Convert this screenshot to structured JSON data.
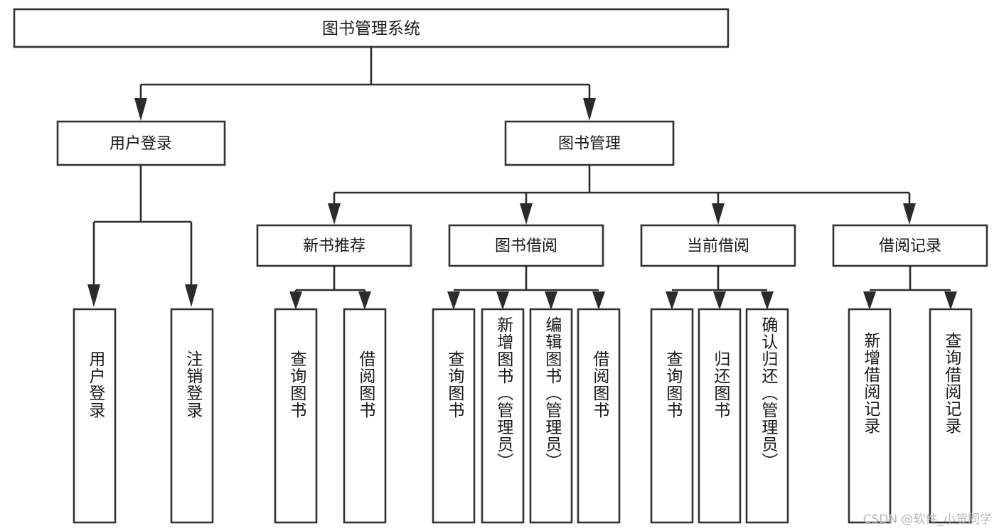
{
  "diagram": {
    "title": "图书管理系统",
    "type": "hierarchy-tree",
    "root": {
      "id": "root",
      "label": "图书管理系统"
    },
    "level2": [
      {
        "id": "user-login",
        "label": "用户登录"
      },
      {
        "id": "book-management",
        "label": "图书管理"
      }
    ],
    "level3": [
      {
        "id": "new-book-recommend",
        "label": "新书推荐",
        "parent": "book-management"
      },
      {
        "id": "book-borrow",
        "label": "图书借阅",
        "parent": "book-management"
      },
      {
        "id": "current-borrow",
        "label": "当前借阅",
        "parent": "book-management"
      },
      {
        "id": "borrow-record",
        "label": "借阅记录",
        "parent": "book-management"
      }
    ],
    "leaves": {
      "user-login": [
        {
          "id": "leaf-user-login",
          "label": "用户登录"
        },
        {
          "id": "leaf-logout",
          "label": "注销登录"
        }
      ],
      "new-book-recommend": [
        {
          "id": "leaf-query-book-1",
          "label": "查询图书"
        },
        {
          "id": "leaf-borrow-book-1",
          "label": "借阅图书"
        }
      ],
      "book-borrow": [
        {
          "id": "leaf-query-book-2",
          "label": "查询图书"
        },
        {
          "id": "leaf-add-book",
          "label": "新增图书（管理员）"
        },
        {
          "id": "leaf-edit-book",
          "label": "编辑图书（管理员）"
        },
        {
          "id": "leaf-borrow-book-2",
          "label": "借阅图书"
        }
      ],
      "current-borrow": [
        {
          "id": "leaf-query-book-3",
          "label": "查询图书"
        },
        {
          "id": "leaf-return-book",
          "label": "归还图书"
        },
        {
          "id": "leaf-confirm-return",
          "label": "确认归还（管理员）"
        }
      ],
      "borrow-record": [
        {
          "id": "leaf-add-record",
          "label": "新增借阅记录"
        },
        {
          "id": "leaf-query-record",
          "label": "查询借阅记录"
        }
      ]
    },
    "colors": {
      "box_stroke": "#333333",
      "box_fill": "#ffffff",
      "connector": "#2b2b2b",
      "text": "#1a1a1a",
      "watermark": "#b9b9b9",
      "background": "#ffffff"
    }
  },
  "watermark": {
    "text": "CSDN @软件_小贺同学"
  }
}
